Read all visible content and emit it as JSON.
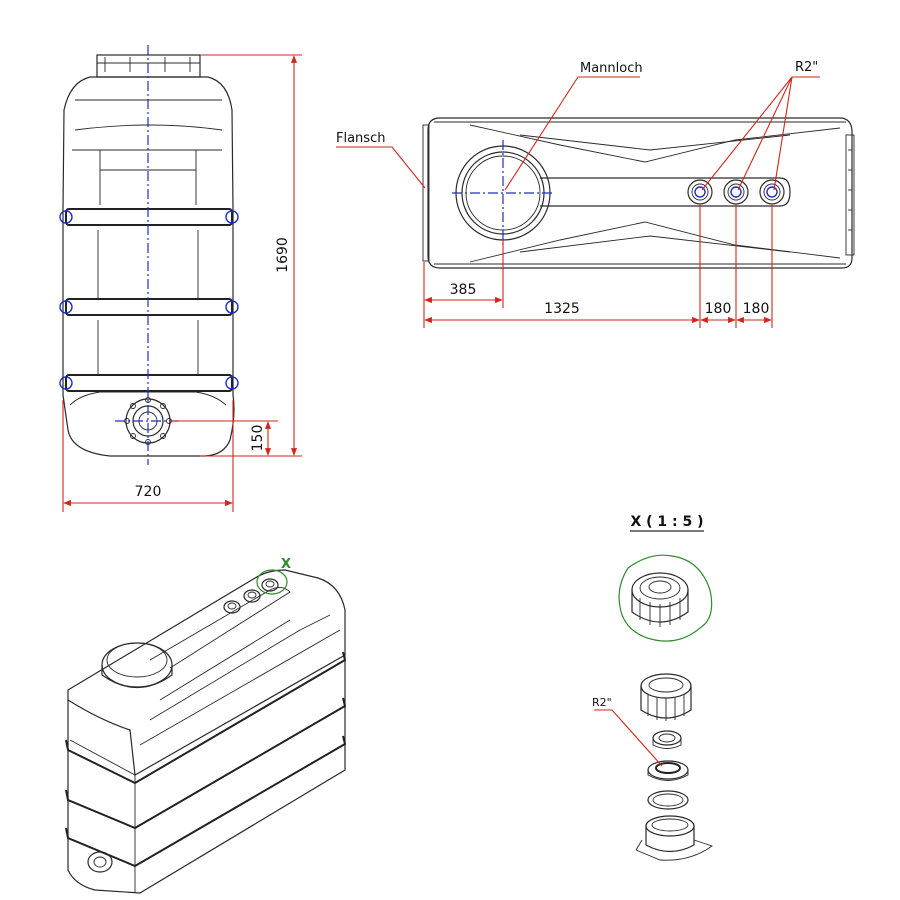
{
  "front_view": {
    "dim_height": "1690",
    "dim_width": "720",
    "dim_outlet": "150"
  },
  "top_view": {
    "label_flange": "Flansch",
    "label_manhole": "Mannloch",
    "label_thread": "R2\"",
    "dim_manhole": "385",
    "dim_length": "1325",
    "dim_pitch_1": "180",
    "dim_pitch_2": "180"
  },
  "detail": {
    "title": "X ( 1 : 5 )",
    "label_thread": "R2\"",
    "marker": "X"
  },
  "colors": {
    "dimension_red": "#d2261c",
    "centerline_blue": "#1c2fc8",
    "detail_green": "#2e8b2e"
  }
}
